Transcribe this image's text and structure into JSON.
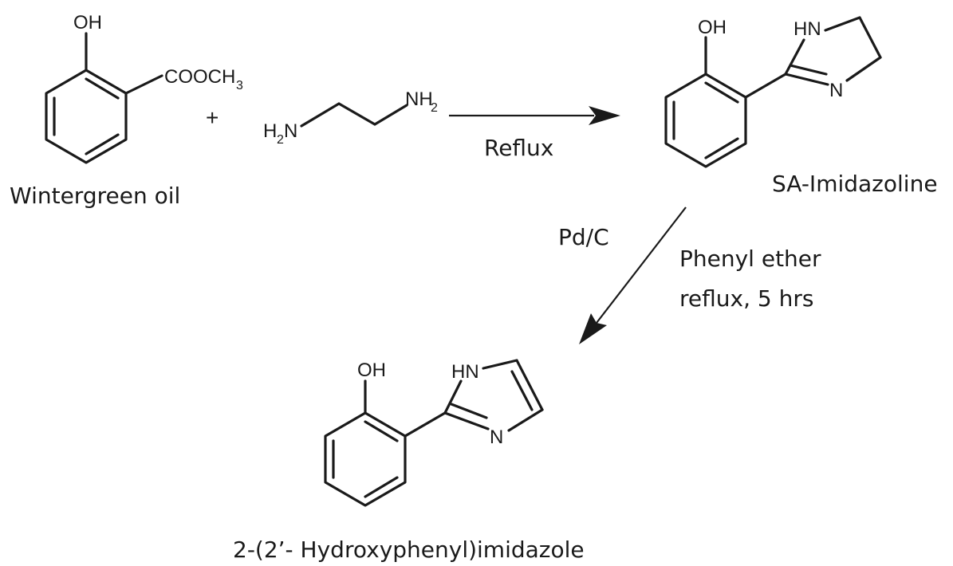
{
  "reactant1": {
    "oh": "OH",
    "ester": "COOCH",
    "ester_sub": "3",
    "name": "Wintergreen oil"
  },
  "plus": "+",
  "reactant2": {
    "amine_left": "H",
    "amine_left_sub": "2",
    "amine_left_n": "N",
    "amine_right": "NH",
    "amine_right_sub": "2"
  },
  "step1": {
    "condition": "Reflux"
  },
  "intermediate": {
    "oh": "OH",
    "nh": "HN",
    "n": "N",
    "name": "SA-Imidazoline"
  },
  "step2": {
    "catalyst": "Pd/C",
    "condition_line1": "Phenyl ether",
    "condition_line2": "reflux, 5 hrs"
  },
  "product": {
    "oh": "OH",
    "nh": "HN",
    "n": "N",
    "name": "2-(2’- Hydroxyphenyl)imidazole"
  }
}
